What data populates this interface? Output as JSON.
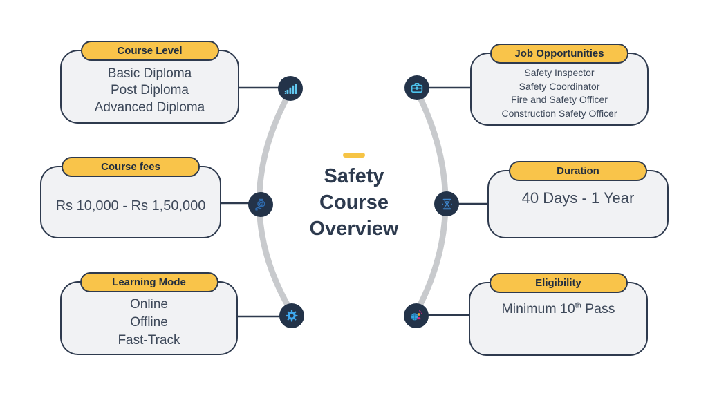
{
  "title": {
    "lines": [
      "Safety",
      "Course",
      "Overview"
    ]
  },
  "left_cards": [
    {
      "label": "Course Level",
      "lines": [
        "Basic Diploma",
        "Post Diploma",
        "Advanced Diploma"
      ],
      "icon": "bar-chart-icon"
    },
    {
      "label": "Course fees",
      "lines": [
        "Rs 10,000 - Rs 1,50,000"
      ],
      "icon": "money-bag-icon"
    },
    {
      "label": "Learning Mode",
      "lines": [
        "Online",
        "Offline",
        "Fast-Track"
      ],
      "icon": "gear-icon"
    }
  ],
  "right_cards": [
    {
      "label": "Job Opportunities",
      "lines": [
        "Safety Inspector",
        "Safety Coordinator",
        "Fire and Safety Officer",
        "Construction Safety Officer"
      ],
      "icon": "briefcase-icon"
    },
    {
      "label": "Duration",
      "lines": [
        "40 Days - 1 Year"
      ],
      "icon": "hourglass-icon"
    },
    {
      "label": "Eligibility",
      "text_prefix": "Minimum 10",
      "text_sup": "th",
      "text_suffix": " Pass",
      "icon": "graduate-globe-icon"
    }
  ],
  "colors": {
    "accent_yellow": "#F9C44A",
    "navy": "#2E3A4E",
    "card_bg": "#F1F2F4",
    "body_text": "#3D4859",
    "arc_gray": "#C8CACD",
    "node_bg": "#233349",
    "icon_cyan": "#4EC5F0",
    "icon_gear_blue": "#3FA9F0",
    "icon_money_blue": "#2F6CB0",
    "icon_hourglass_blue": "#3F86CC",
    "icon_globe_blue": "#36A3DD",
    "icon_magenta": "#E0218A",
    "icon_amber": "#E8A33D"
  }
}
